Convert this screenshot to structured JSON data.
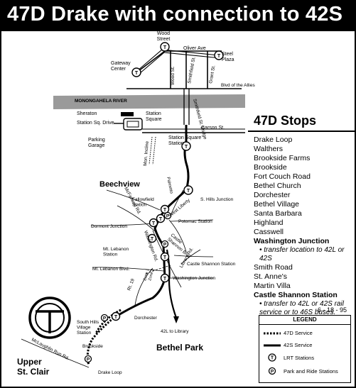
{
  "title": "47D  Drake with connection to 42S",
  "stops_header": "47D Stops",
  "stops": [
    {
      "text": "Drake Loop",
      "style": "normal"
    },
    {
      "text": "Walthers",
      "style": "normal"
    },
    {
      "text": "Brookside Farms",
      "style": "normal"
    },
    {
      "text": "Brookside",
      "style": "normal"
    },
    {
      "text": "Fort Couch Road",
      "style": "normal"
    },
    {
      "text": "Bethel Church",
      "style": "normal"
    },
    {
      "text": "Dorchester",
      "style": "normal"
    },
    {
      "text": "Bethel Village",
      "style": "normal"
    },
    {
      "text": "Santa Barbara",
      "style": "normal"
    },
    {
      "text": "Highland",
      "style": "normal"
    },
    {
      "text": "Casswell",
      "style": "normal"
    },
    {
      "text": "Washington Junction",
      "style": "bold"
    },
    {
      "text": "• transfer location to 42L or 42S",
      "style": "note"
    },
    {
      "text": "Smith Road",
      "style": "normal"
    },
    {
      "text": "St. Anne's",
      "style": "normal"
    },
    {
      "text": "Martin Villa",
      "style": "normal"
    },
    {
      "text": "Castle Shannon Station",
      "style": "bold"
    },
    {
      "text": "• transfer to 42L or 42S rail service or to 46S buses.",
      "style": "note"
    }
  ],
  "date": "6 - 18 - 95",
  "legend": {
    "title": "LEGEND",
    "service_47d": "47D Service",
    "service_42s": "42S Service",
    "lrt": "LRT Stations",
    "park_ride": "Park and Ride Stations",
    "lrt_symbol": "T",
    "pr_symbol": "P"
  },
  "map": {
    "wood_street": "Wood\nStreet",
    "oliver_ave": "Oliver Ave",
    "steel_plaza": "Steel\nPlaza",
    "gateway_center": "Gateway\nCenter",
    "wood_st": "Wood St.",
    "smithfield_st": "Smithfield St.",
    "grant_st": "Grant St.",
    "blvd_allies": "Blvd of the Allies",
    "river": "MONONGAHELA RIVER",
    "smithfield_bridge": "Smithfield St. Bridge",
    "sheraton": "Sheraton",
    "station_sq_drive": "Station Sq. Drive",
    "station_square": "Station\nSquare",
    "carson_st": "Carson St.",
    "parking_garage": "Parking\nGarage",
    "station_square_station": "Station Square\nStation",
    "mon_incline": "Mon. Incline",
    "beechview": "Beechview",
    "palmetto": "Palmetto",
    "fallowfield": "Fallowfield\nStation",
    "s_hills_junction": "S. Hills Junction",
    "west_liberty": "West Liberty",
    "mcfarland": "McFarland Rd.",
    "potomac": "Potomac Station",
    "dormont_junction": "Dormont Junction",
    "castle_shannon_blvd": "Castle\nShannon Blvd",
    "washington_rd": "Washington Rd.",
    "mt_lebanon_station": "Mt. Lebanon\nStation",
    "library_rd": "Library Rd.",
    "castle_shannon_station": "Castle Shannon Station",
    "mt_lebanon_blvd": "Mt. Lebanon Blvd.",
    "zone_1": "Zone 1",
    "zone_2": "Zone 2",
    "washington_junction": "Washington Junction",
    "rt_19": "Rt. 19",
    "south_hills_village": "South Hills\nVillage\nStation",
    "dorchester": "Dorchester",
    "lib_42l": "42L to Library",
    "brookside": "Brookside",
    "bethel_park": "Bethel Park",
    "mclaughlin": "McLaughlin Run Rd.",
    "upper_st_clair": "Upper\nSt. Clair",
    "drake_loop": "Drake Loop"
  }
}
